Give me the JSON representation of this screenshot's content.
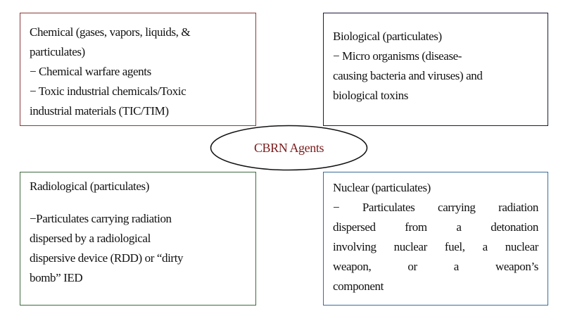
{
  "center": {
    "label": "CBRN Agents"
  },
  "boxes": {
    "chemical": {
      "title_lines": [
        "Chemical (gases, vapors, liquids, &",
        "particulates)"
      ],
      "items": [
        "− Chemical warfare agents",
        "− Toxic industrial chemicals/Toxic",
        "industrial materials (TIC/TIM)"
      ]
    },
    "biological": {
      "title": "Biological (particulates)",
      "lines": [
        "− Micro organisms (disease-",
        "causing bacteria and viruses) and",
        "biological toxins"
      ]
    },
    "radiological": {
      "title": "Radiological (particulates)",
      "lines": [
        "−Particulates carrying radiation",
        "dispersed by a radiological",
        "dispersive device (RDD) or “dirty",
        "bomb” IED"
      ]
    },
    "nuclear": {
      "title": "Nuclear (particulates)",
      "lines": [
        "− Particulates carrying radiation",
        "dispersed from a detonation",
        "involving nuclear fuel, a nuclear",
        "weapon, or a weapon’s",
        "component"
      ]
    }
  },
  "colors": {
    "chemical": "#8b3a3a",
    "biological": "#1c1c3c",
    "radiological": "#3f6b3f",
    "nuclear": "#3a6c9c",
    "center_text": "#7a1c1c"
  }
}
